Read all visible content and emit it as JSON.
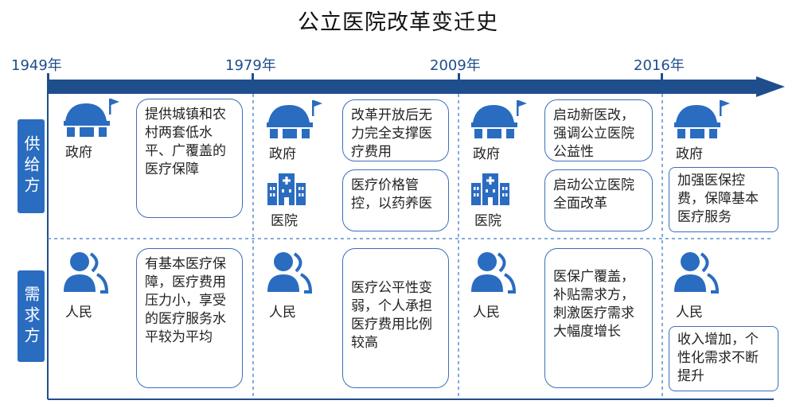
{
  "title": "公立医院改革变迁史",
  "timeline": {
    "years": [
      "1949年",
      "1979年",
      "2009年",
      "2016年"
    ]
  },
  "rows": {
    "supply": "供给方",
    "demand": "需求方"
  },
  "periods": [
    {
      "supply": [
        {
          "actor": "政府",
          "icon": "government-building-icon",
          "text": "提供城镇和农村两套低水平、广覆盖的医疗保障"
        }
      ],
      "demand": {
        "actor": "人民",
        "icon": "people-icon",
        "text": "有基本医疗保障，医疗费用压力小，享受的医疗服务水平较为平均"
      }
    },
    {
      "supply": [
        {
          "actor": "政府",
          "icon": "government-building-icon",
          "text": "改革开放后无力完全支撑医疗费用"
        },
        {
          "actor": "医院",
          "icon": "hospital-icon",
          "text": "医疗价格管控，以药养医"
        }
      ],
      "demand": {
        "actor": "人民",
        "icon": "people-icon",
        "text": "医疗公平性变弱，个人承担医疗费用比例较高"
      }
    },
    {
      "supply": [
        {
          "actor": "政府",
          "icon": "government-building-icon",
          "text": "启动新医改，强调公立医院公益性"
        },
        {
          "actor": "医院",
          "icon": "hospital-icon",
          "text": "启动公立医院全面改革"
        }
      ],
      "demand": {
        "actor": "人民",
        "icon": "people-icon",
        "text": "医保广覆盖，补贴需求方，刺激医疗需求大幅度增长"
      }
    },
    {
      "supply": [
        {
          "actor": "政府",
          "icon": "government-building-icon",
          "text": "加强医保控费，保障基本医疗服务"
        }
      ],
      "demand": {
        "actor": "人民",
        "icon": "people-icon",
        "text": "收入增加，个性化需求不断提升"
      }
    }
  ],
  "colors": {
    "accent": "#1f4e8c",
    "label_bg": "#2a6cc0",
    "icon": "#2a6cc0",
    "card_border": "#3b6fb8"
  }
}
